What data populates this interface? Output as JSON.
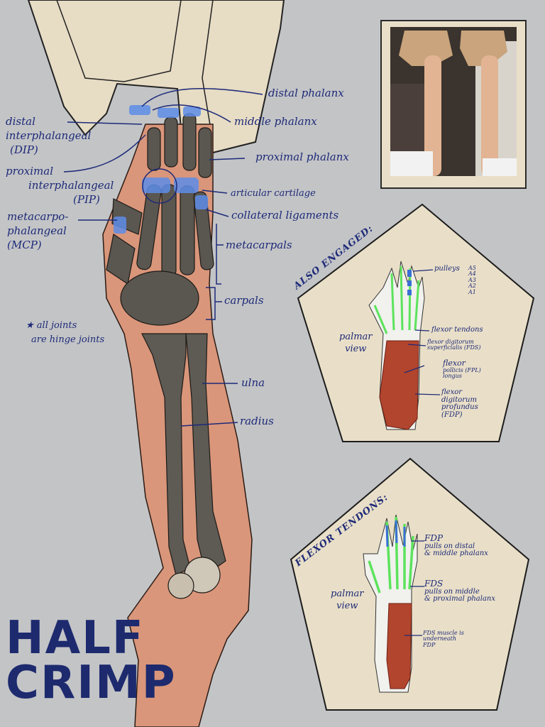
{
  "title": [
    "HALF",
    "CRIMP"
  ],
  "main_labels": {
    "distal_phalanx": "distal phalanx",
    "middle_phalanx": "middle phalanx",
    "proximal_phalanx": "proximal phalanx",
    "articular_cartilage": "articular cartilage",
    "collateral_ligaments": "collateral ligaments",
    "metacarpals": "metacarpals",
    "carpals": "carpals",
    "ulna": "ulna",
    "radius": "radius",
    "dip": [
      "distal",
      "interphalangeal",
      "(DIP)"
    ],
    "pip": [
      "proximal",
      "interphalangeal",
      "(PIP)"
    ],
    "mcp": [
      "metacarpo-",
      "phalangeal",
      "(MCP)"
    ],
    "note": [
      "★ all joints",
      "are hinge joints"
    ]
  },
  "panel_also": {
    "heading": "ALSO ENGAGED:",
    "view": [
      "palmar",
      "view"
    ],
    "pulleys": "pulleys",
    "pulley_list": [
      "A5",
      "A4",
      "A3",
      "A2",
      "A1"
    ],
    "flexor_tendons": "flexor tendons",
    "fds": [
      "flexor digitorum",
      "superficialis (FDS)"
    ],
    "fpl": [
      "flexor",
      "pollicis (FPL)",
      "longus"
    ],
    "fdp": [
      "flexor",
      "digitorum",
      "profundus",
      "(FDP)"
    ]
  },
  "panel_tendons": {
    "heading": "FLEXOR TENDONS:",
    "view": [
      "palmar",
      "view"
    ],
    "fdp": [
      "FDP",
      "pulls on distal",
      "& middle phalanx"
    ],
    "fds": [
      "FDS",
      "pulls on middle",
      "& proximal phalanx"
    ],
    "note": [
      "FDS muscle is",
      "underneath",
      "FDP"
    ]
  },
  "colors": {
    "ink": "#1d2a78",
    "background": "#c3c4c6",
    "paper": "#e9dfc8",
    "skin": "#d9967a",
    "bone": "#5a5650",
    "tendon": "#5ce35c",
    "muscle": "#b2452e"
  }
}
